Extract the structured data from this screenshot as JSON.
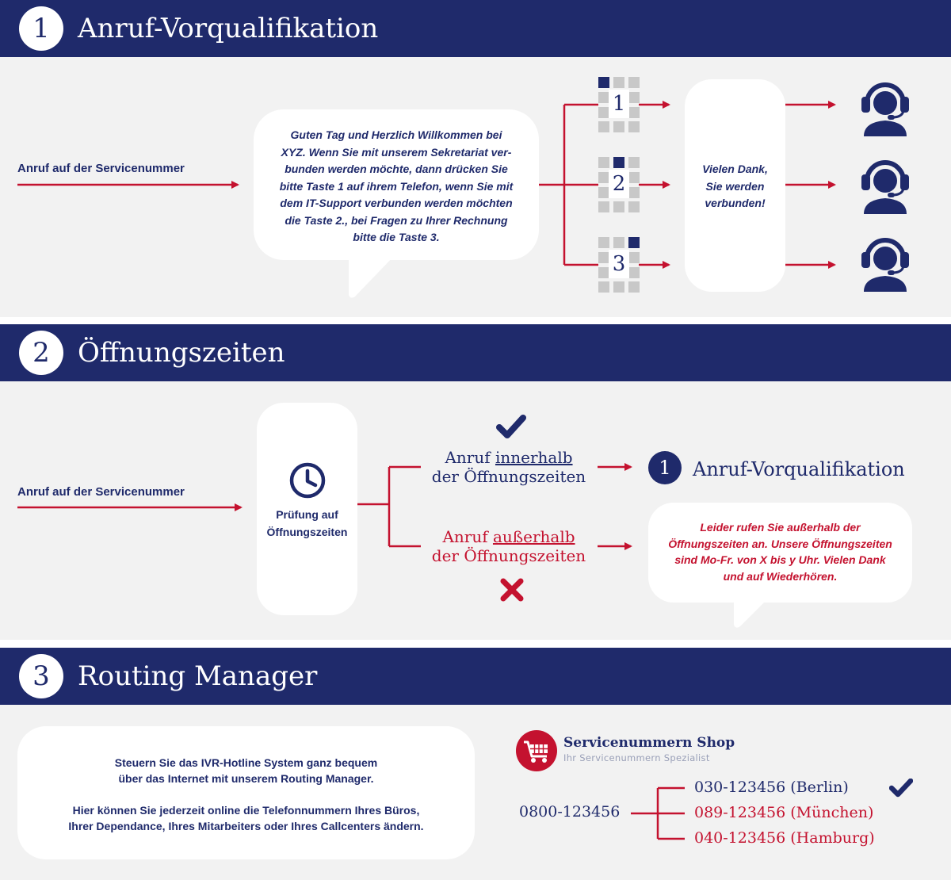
{
  "section1": {
    "number": "1",
    "title": "Anruf-Vorqualifikation",
    "caller_label": "Anruf auf der Servicenummer",
    "greeting_lines": [
      "Guten Tag und Herzlich Willkommen bei",
      "XYZ. Wenn Sie mit unserem Sekretariat ver-",
      "bunden werden möchte, dann drücken Sie",
      "bitte Taste 1 auf ihrem Telefon, wenn Sie mit",
      "dem IT-Support verbunden werden möchten",
      "die Taste 2., bei Fragen zu Ihrer Rechnung",
      "bitte die Taste 3."
    ],
    "keys": [
      "1",
      "2",
      "3"
    ],
    "connect_lines": [
      "Vielen Dank,",
      "Sie werden",
      "verbunden!"
    ],
    "agent_icon": "headset-agent-icon"
  },
  "section2": {
    "number": "2",
    "title": "Öffnungszeiten",
    "caller_label": "Anruf auf der Servicenummer",
    "check_lines": [
      "Prüfung auf",
      "Öffnungszeiten"
    ],
    "check_icon": "clock-icon",
    "inside": {
      "prefix": "Anruf ",
      "underlined": "innerhalb",
      "line2": "der Öffnungszeiten"
    },
    "outside": {
      "prefix": "Anruf ",
      "underlined": "außerhalb",
      "line2": "der Öffnungszeiten"
    },
    "target": {
      "number": "1",
      "title": "Anruf-Vorqualifikation"
    },
    "closed_lines": [
      "Leider rufen Sie außerhalb der",
      "Öffnungszeiten an. Unsere Öffnungszeiten",
      "sind Mo-Fr. von X bis y Uhr. Vielen Dank",
      "und auf Wiederhören."
    ]
  },
  "section3": {
    "number": "3",
    "title": "Routing Manager",
    "info_lines": [
      "Steuern Sie das IVR-Hotline System ganz bequem",
      "über das Internet mit unserem Routing Manager.",
      "",
      "Hier können Sie jederzeit online die Telefonnummern Ihres Büros,",
      "Ihrer Dependance, Ihres Mitarbeiters oder Ihres Callcenters ändern."
    ],
    "logo": {
      "name": "Servicenummern Shop",
      "tagline": "Ihr Servicenummern Spezialist"
    },
    "source_number": "0800-123456",
    "targets": [
      {
        "label": "030-123456 (Berlin)",
        "checked": true
      },
      {
        "label": "089-123456 (München)",
        "checked": false
      },
      {
        "label": "040-123456 (Hamburg)",
        "checked": false
      }
    ]
  },
  "colors": {
    "navy": "#1f2a6b",
    "red": "#c4122f",
    "band": "#f2f2f2",
    "key_grey": "#c8c8c8"
  }
}
